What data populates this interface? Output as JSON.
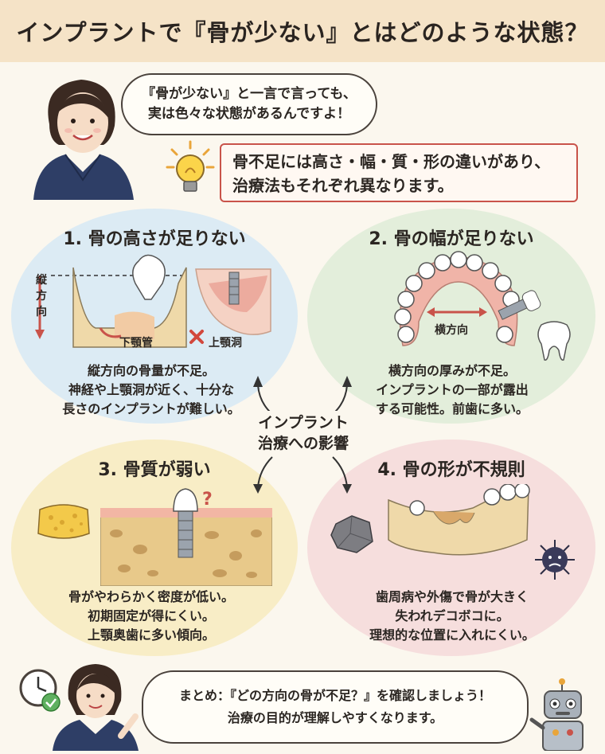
{
  "title": "インプラントで『骨が少ない』とはどのような状態？",
  "intro_bubble": {
    "line1": "『骨が少ない』と一言で言っても、",
    "line2": "実は色々な状態があるんですよ！"
  },
  "note": {
    "line1": "骨不足には高さ・幅・質・形の違いがあり、",
    "line2": "治療法もそれぞれ異なります。"
  },
  "center": {
    "line1": "インプラント",
    "line2": "治療への影響"
  },
  "sections": [
    {
      "title": "1. 骨の高さが足りない",
      "labels": {
        "vertical": [
          "縦",
          "方",
          "向"
        ],
        "mandibular_canal": "下顎管",
        "maxillary_sinus": "上顎洞"
      },
      "desc": [
        "縦方向の骨量が不足。",
        "神経や上顎洞が近く、十分な",
        "長さのインプラントが難しい。"
      ]
    },
    {
      "title": "2. 骨の幅が足りない",
      "labels": {
        "horizontal": "横方向"
      },
      "desc": [
        "横方向の厚みが不足。",
        "インプラントの一部が露出",
        "する可能性。前歯に多い。"
      ]
    },
    {
      "title": "3. 骨質が弱い",
      "desc": [
        "骨がやわらかく密度が低い。",
        "初期固定が得にくい。",
        "上顎奥歯に多い傾向。"
      ]
    },
    {
      "title": "4. 骨の形が不規則",
      "desc": [
        "歯周病や外傷で骨が大きく",
        "失われデコボコに。",
        "理想的な位置に入れにくい。"
      ]
    }
  ],
  "summary": {
    "line1": "まとめ：『どの方向の骨が不足？』を確認しましょう！",
    "line2": "治療の目的が理解しやすくなります。"
  },
  "colors": {
    "title_bg": "#f5e3c7",
    "blue": "#dcebf4",
    "green": "#e3eedb",
    "yellow": "#f8edc6",
    "pink": "#f6dedd",
    "accent_red": "#c9534a"
  }
}
